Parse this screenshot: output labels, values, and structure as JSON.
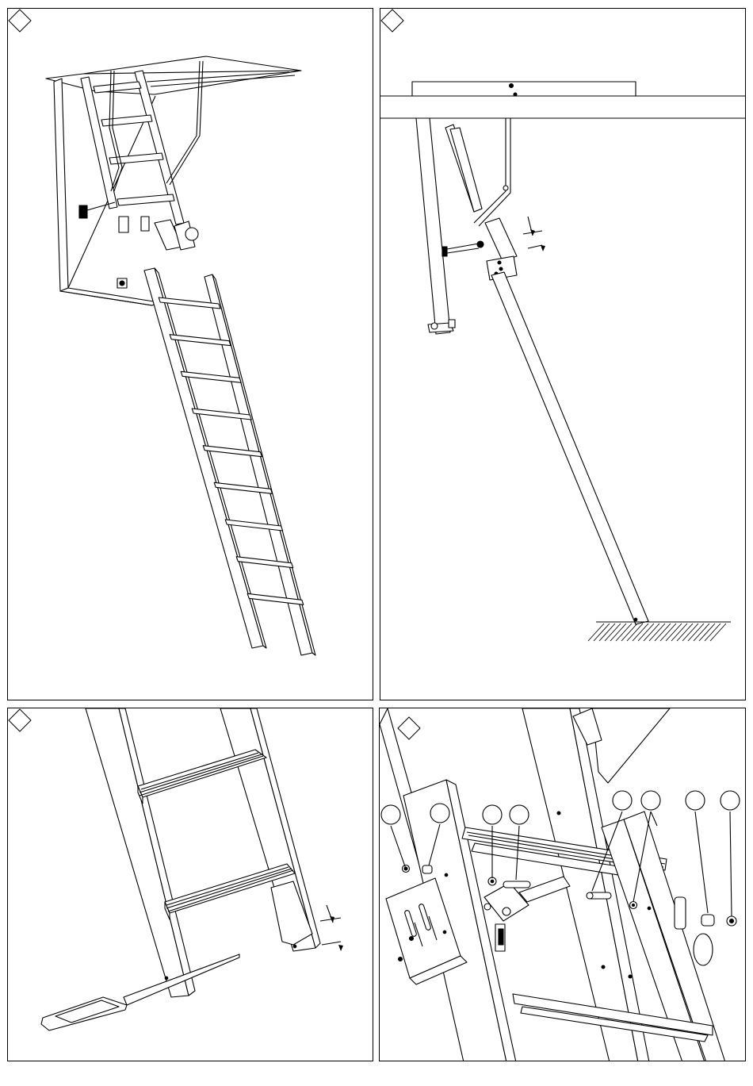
{
  "panels": [
    {
      "id": "p1",
      "step_label": ""
    },
    {
      "id": "p2",
      "step_label": ""
    },
    {
      "id": "p3",
      "step_label": ""
    },
    {
      "id": "p4",
      "step_label": ""
    }
  ],
  "callouts": [
    "",
    "",
    "",
    "",
    "",
    "",
    "",
    ""
  ],
  "colors": {
    "line": "#000000",
    "background": "#ffffff"
  }
}
